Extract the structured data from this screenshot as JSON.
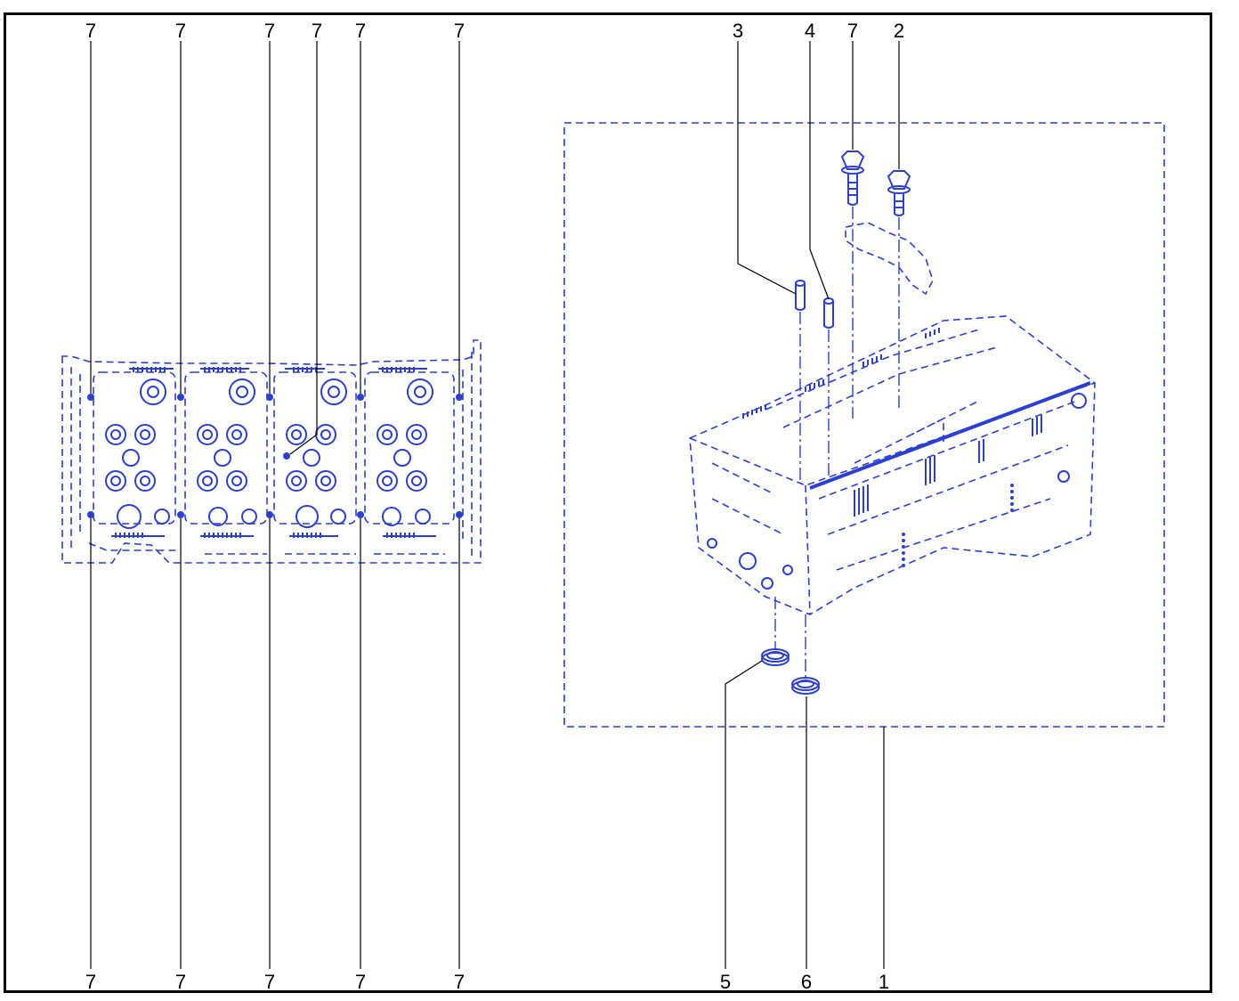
{
  "colors": {
    "line": "#2b3fd6",
    "callout": "#000000"
  },
  "left_view": {
    "top_callouts": [
      "7",
      "7",
      "7",
      "7",
      "7",
      "7"
    ],
    "bottom_callouts": [
      "7",
      "7",
      "7",
      "7",
      "7"
    ]
  },
  "right_view": {
    "top_callouts": [
      "3",
      "4",
      "7",
      "2"
    ],
    "bottom_callouts": [
      "5",
      "6",
      "1"
    ]
  }
}
